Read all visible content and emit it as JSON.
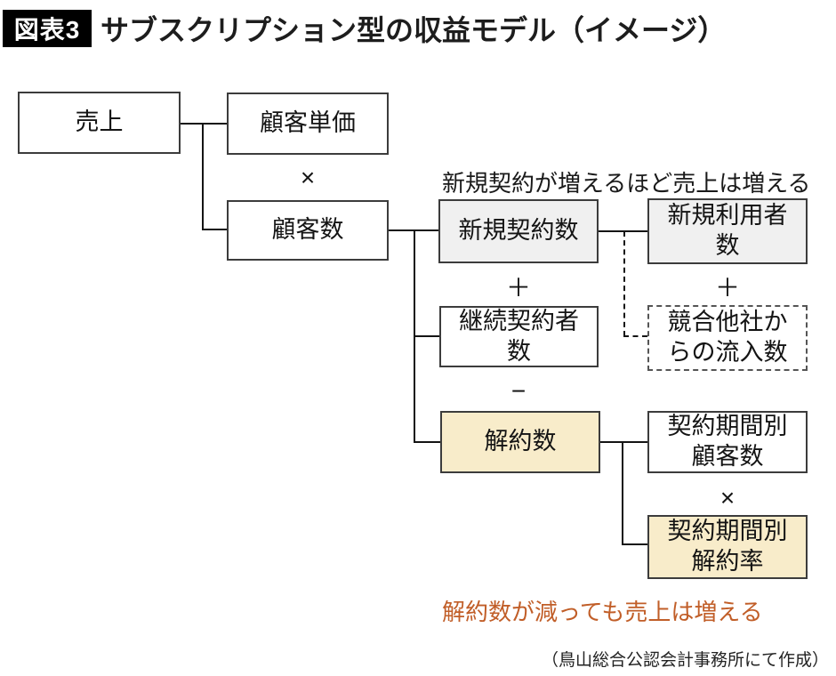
{
  "title": {
    "badge": "図表3",
    "text": "サブスクリプション型の収益モデル（イメージ）"
  },
  "nodes": {
    "sales": "売上",
    "unit_price": "顧客単価",
    "customers": "顧客数",
    "new_contracts": "新規契約数",
    "new_users": "新規利用者\n数",
    "continuing_contractors": "継続契約者\n数",
    "competitor_inflow": "競合他社か\nらの流入数",
    "cancellations": "解約数",
    "customers_by_contract_period": "契約期間別\n顧客数",
    "churn_rate_by_contract_period": "契約期間別\n解約率"
  },
  "operators": {
    "multiply_top": "×",
    "plus_left": "＋",
    "plus_right": "＋",
    "minus": "−",
    "multiply_bottom": "×"
  },
  "annotations": {
    "top": "新規契約が増えるほど売上は増える",
    "bottom": "解約数が減っても売上は増える",
    "credit": "（鳥山総合公認会計事務所にて作成）"
  },
  "colors": {
    "highlight_gray": "#f0f0f0",
    "highlight_tan": "#f8ecca",
    "annotation_orange": "#c15e28",
    "line_black": "#141414"
  }
}
